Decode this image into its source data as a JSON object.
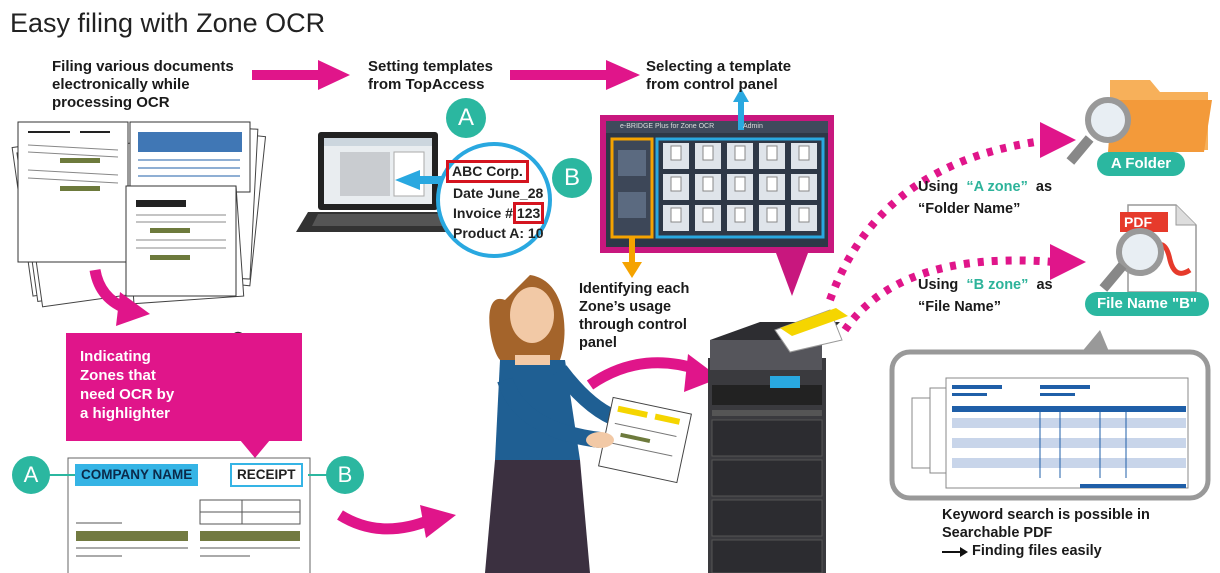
{
  "title": "Easy filing with Zone OCR",
  "steps": {
    "step1": [
      "Filing various documents",
      "electronically while",
      "processing OCR"
    ],
    "step2": [
      "Setting templates",
      "from TopAccess"
    ],
    "step3": [
      "Selecting a template",
      "from control panel"
    ]
  },
  "zoom_card": {
    "line1": "ABC Corp.",
    "line2": "Date June_28",
    "line3_prefix": "Invoice #",
    "line3_value": "123",
    "line4": "Product A: 10"
  },
  "markers": {
    "a": "A",
    "b": "B"
  },
  "indicate_box": [
    "Indicating",
    "Zones that",
    "need OCR by",
    "a highlighter"
  ],
  "document": {
    "company_label": "COMPANY NAME",
    "receipt_label": "RECEIPT"
  },
  "identify_text": [
    "Identifying each",
    "Zone’s usage",
    "through control",
    "panel"
  ],
  "panel": {
    "app_title": "e-BRIDGE Plus for Zone OCR",
    "user_label": "Admin"
  },
  "using_a": {
    "prefix": "Using",
    "zone": "“A zone”",
    "suffix": "as",
    "line2": "“Folder Name”"
  },
  "using_b": {
    "prefix": "Using",
    "zone": "“B zone”",
    "suffix": "as",
    "line2": "“File Name”"
  },
  "outputs": {
    "folder_label": "A Folder",
    "file_label": "File Name \"B\"",
    "pdf_label": "PDF"
  },
  "keyword": [
    "Keyword search is possible in",
    "Searchable PDF",
    "Finding files easily"
  ],
  "colors": {
    "magenta": "#e0158a",
    "teal": "#2bb7a0",
    "panel_border": "#c8177e",
    "cyan": "#29a8e0"
  }
}
